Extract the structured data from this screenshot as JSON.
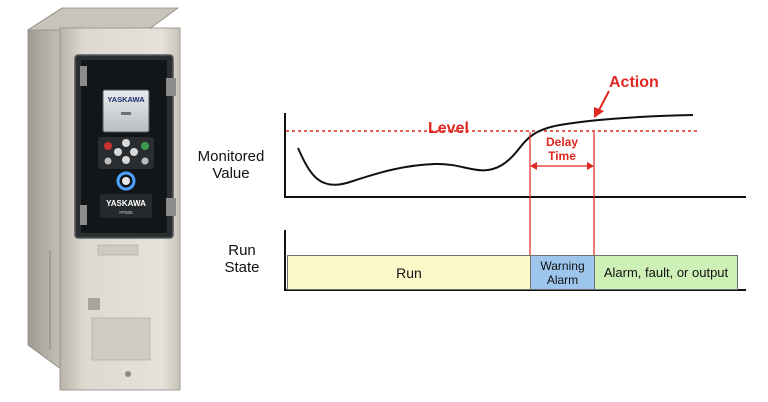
{
  "drive": {
    "brand_top": "YASKAWA",
    "brand_bottom": "YASKAWA",
    "model": "FP605"
  },
  "graph": {
    "y_label_line1": "Monitored",
    "y_label_line2": "Value",
    "level_label": "Level",
    "action_label": "Action",
    "delay_label_line1": "Delay",
    "delay_label_line2": "Time"
  },
  "run_state": {
    "label_line1": "Run",
    "label_line2": "State",
    "segments": [
      {
        "label": "Run",
        "color": "#fbf7c9"
      },
      {
        "label_line1": "Warning",
        "label_line2": "Alarm",
        "color": "#9ec5eb"
      },
      {
        "label": "Alarm, fault, or output",
        "color": "#cdf0b6"
      }
    ]
  },
  "colors": {
    "accent_red": "#e1271f",
    "axis": "#111111",
    "drive_body": "#dcd8cf",
    "panel_dark": "#1a1d1f"
  }
}
